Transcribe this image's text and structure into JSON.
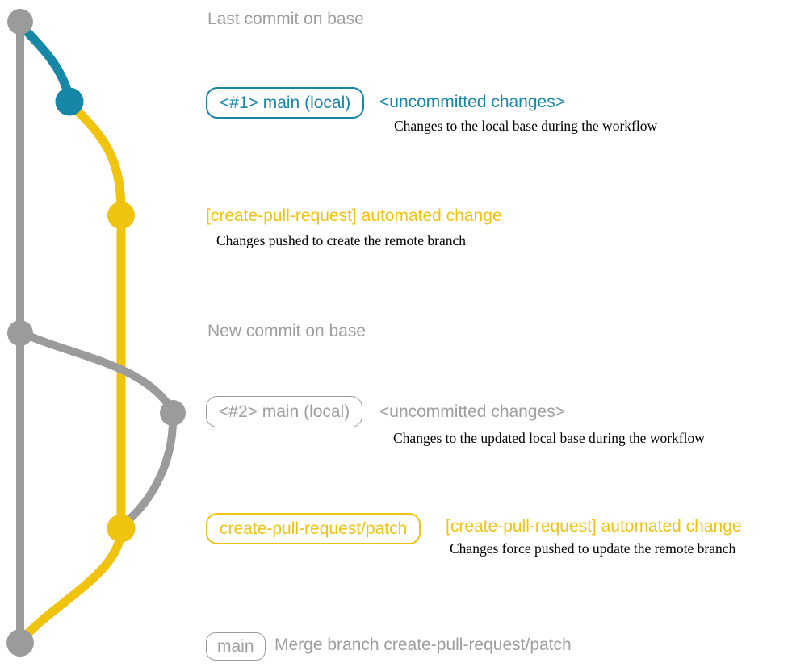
{
  "colors": {
    "base_gray": "#9b9b9b",
    "text_gray": "#9e9e9e",
    "local_blue": "#1787a8",
    "remote_yellow": "#f0c30e",
    "description_black": "#000000"
  },
  "graph": {
    "type": "git-branch-graph",
    "branches": [
      {
        "name": "base (main)",
        "color": "#9b9b9b"
      },
      {
        "name": "local uncommitted changes",
        "color": "#1787a8"
      },
      {
        "name": "create-pull-request/patch (remote)",
        "color": "#f0c30e"
      }
    ],
    "commit_count": 7
  },
  "rows": {
    "last_commit": {
      "title": "Last commit on base"
    },
    "local1": {
      "badge": "<#1> main (local)",
      "tag": "<uncommitted changes>",
      "description": "Changes to the local base during the workflow"
    },
    "remote1": {
      "label": "[create-pull-request] automated change",
      "description": "Changes pushed to create the remote branch"
    },
    "new_commit": {
      "title": "New commit on base"
    },
    "local2": {
      "badge": "<#2> main (local)",
      "tag": "<uncommitted changes>",
      "description": "Changes to the updated local base during the workflow"
    },
    "remote2": {
      "badge": "create-pull-request/patch",
      "label": "[create-pull-request] automated change",
      "description": "Changes force pushed to update the remote branch"
    },
    "merge": {
      "badge": "main",
      "label": "Merge branch create-pull-request/patch"
    }
  }
}
